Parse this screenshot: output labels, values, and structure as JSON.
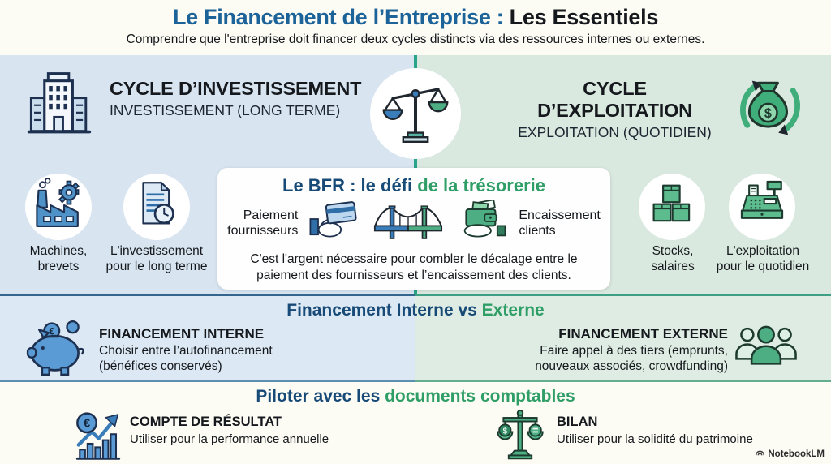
{
  "header": {
    "title_blue": "Le Financement de l’Entreprise :",
    "title_black": " Les Essentiels",
    "subtitle": "Comprendre que l'entreprise doit financer deux cycles distincts via des ressources internes ou externes."
  },
  "investment": {
    "title": "CYCLE D’INVESTISSEMENT",
    "subtitle": "INVESTISSEMENT (LONG TERME)",
    "items": [
      {
        "label": "Machines,\nbrevets",
        "icon": "factory-gear"
      },
      {
        "label": "L'investissement\npour le long terme",
        "icon": "document-clock"
      }
    ]
  },
  "exploitation": {
    "title": "CYCLE D’EXPLOITATION",
    "subtitle": "EXPLOITATION (QUOTIDIEN)",
    "items": [
      {
        "label": "Stocks,\nsalaires",
        "icon": "stacked-boxes"
      },
      {
        "label": "L'exploitation\npour le quotidien",
        "icon": "cash-register"
      }
    ]
  },
  "bfr": {
    "title_blue": "Le BFR : le défi ",
    "title_green": "de la trésorerie",
    "left_label": "Paiement\nfournisseurs",
    "right_label": "Encaissement\nclients",
    "description": "C'est l'argent nécessaire pour combler le décalage entre le paiement des fournisseurs et l’encaissement des clients.",
    "icons": [
      "credit-card-hand",
      "bridge",
      "wallet-hand"
    ]
  },
  "financing": {
    "title_blue": "Financement Interne vs ",
    "title_green": "Externe",
    "internal": {
      "heading": "FINANCEMENT INTERNE",
      "description": "Choisir entre l’autofinancement\n(bénéfices conservés)",
      "icon": "piggy-bank"
    },
    "external": {
      "heading": "FINANCEMENT EXTERNE",
      "description": "Faire appel à des tiers (emprunts,\nnouveaux associés, crowdfunding)",
      "icon": "people-group"
    }
  },
  "steering": {
    "title_blue": "Piloter avec les ",
    "title_green": "documents comptables",
    "items": [
      {
        "heading": "COMPTE DE RÉSULTAT",
        "description": "Utiliser pour la performance annuelle",
        "icon": "euro-growth-chart"
      },
      {
        "heading": "BILAN",
        "description": "Utiliser pour la solidité du patrimoine",
        "icon": "balance-coins"
      }
    ]
  },
  "watermark": "NotebookLM",
  "colors": {
    "accent_blue": "#1c6399",
    "navy": "#174a77",
    "accent_green": "#2e9e66",
    "panel_blue": "#d8e5f1",
    "panel_green": "#dae9e0",
    "icon_blue": "#5b9bd5",
    "icon_green": "#4cae82",
    "outline_dark": "#1d3050",
    "divider_teal": "#2aa489"
  }
}
